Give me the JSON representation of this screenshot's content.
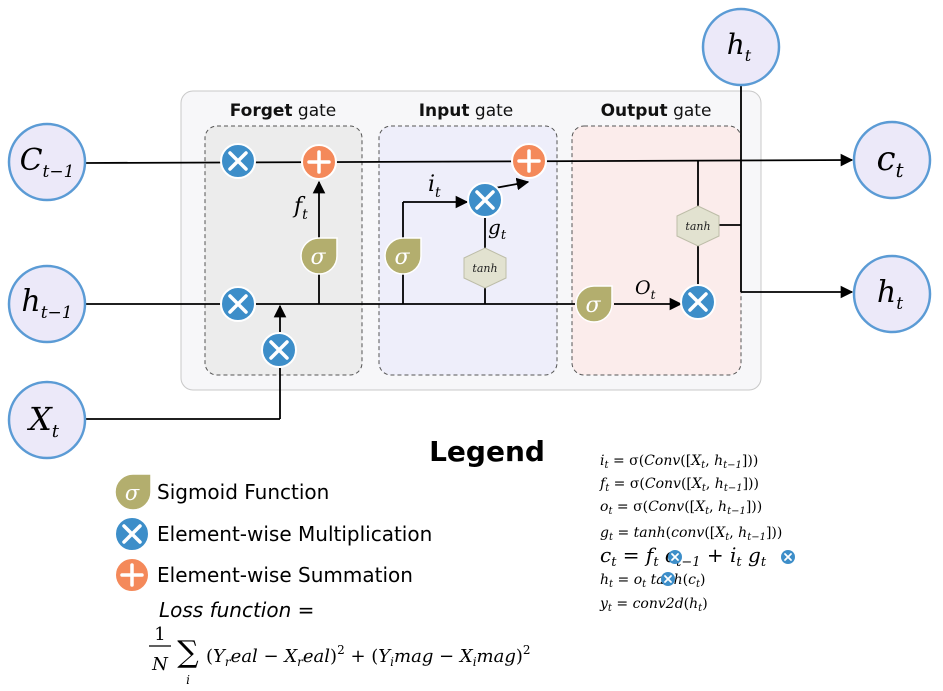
{
  "gates": {
    "forget": {
      "bold": "Forget",
      "rest": " gate"
    },
    "input": {
      "bold": "Input",
      "rest": " gate"
    },
    "output": {
      "bold": "Output",
      "rest": " gate"
    }
  },
  "nodes": {
    "c_prev": {
      "base": "C",
      "sub": "t−1"
    },
    "h_prev": {
      "base": "h",
      "sub": "t−1"
    },
    "x_t": {
      "base": "X",
      "sub": "t"
    },
    "c_t": {
      "base": "c",
      "sub": "t"
    },
    "h_out": {
      "base": "h",
      "sub": "t"
    },
    "h_top": {
      "base": "h",
      "sub": "t"
    }
  },
  "symbols": {
    "sigma": "σ",
    "tanh": "tanh",
    "f_label": {
      "base": "f",
      "sub": "t"
    },
    "i_label": {
      "base": "i",
      "sub": "t"
    },
    "g_label": {
      "base": "g",
      "sub": "t"
    },
    "o_label": {
      "base": "O",
      "sub": "t"
    }
  },
  "legend": {
    "title": "Legend",
    "sigmoid": "Sigmoid Function",
    "multiplication": "Element-wise Multiplication",
    "summation": "Element-wise Summation",
    "loss_title": "Loss function ="
  },
  "equations": {
    "i": "i_t = σ(Conv([X_t, h_{t−1}]))",
    "f": "f_t = σ(Conv([X_t, h_{t−1}]))",
    "o": "o_t = σ(Conv([X_t, h_{t−1}]))",
    "g": "g_t = tanh(conv([X_t, h_{t−1}]))",
    "c": "c_t = f_t ⊗ c_{t−1} + i_t ⊗ g_t",
    "h": "h_t = o_t ⊗ tanh(c_t)",
    "y": "y_t = conv2d(h_t)",
    "loss": "1/N Σ_i (Y_real − X_real)² + (Y_imag − X_imag)²"
  },
  "colors": {
    "mult": "#3d8ec9",
    "sum": "#f4895a",
    "sigmoid": "#b3ae6e",
    "tanh": "#e2e2d0",
    "node_fill": "#ece9f9",
    "node_stroke": "#5b9bd5",
    "forget_bg": "#ececec",
    "input_bg": "#eeeefa",
    "output_bg": "#fbeceb"
  }
}
